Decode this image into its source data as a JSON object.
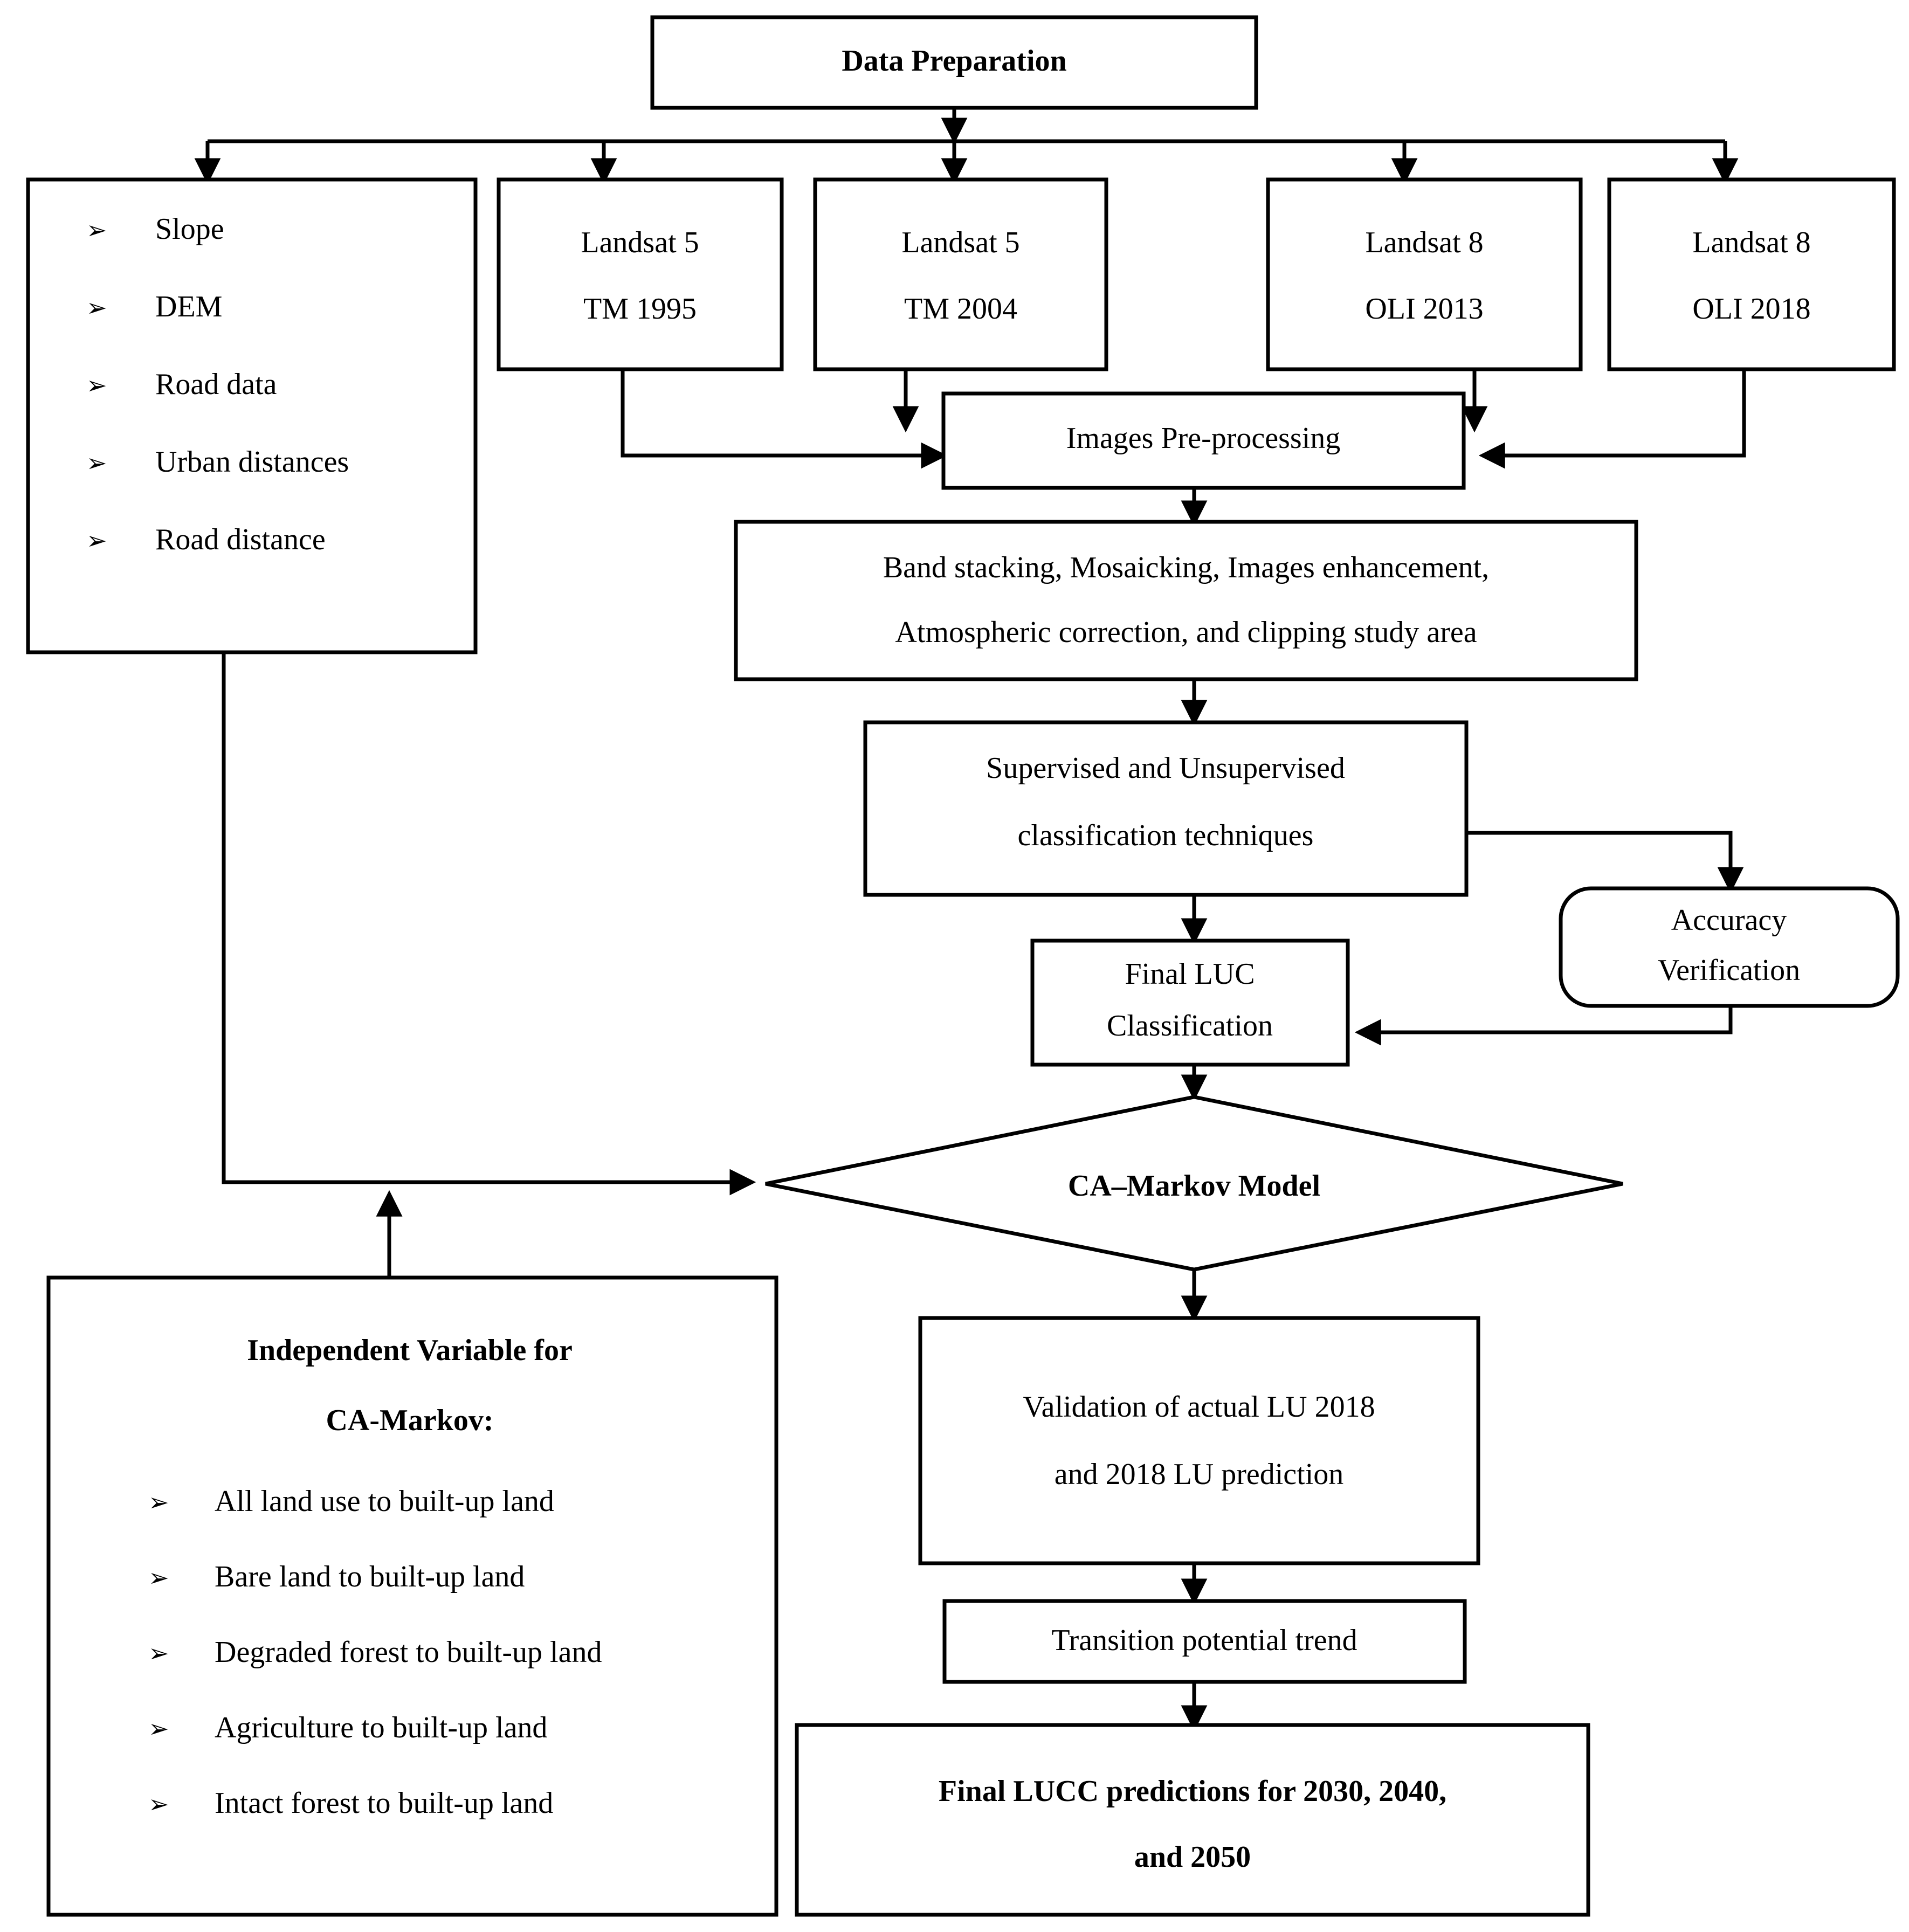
{
  "diagram": {
    "title": "LUCC CA-Markov modelling workflow flowchart",
    "colors": {
      "stroke": "#000000",
      "fill": "#ffffff",
      "text": "#000000"
    },
    "bullet_glyph": "➢"
  },
  "nodes": {
    "data_preparation": {
      "label": "Data Preparation",
      "shape": "rect"
    },
    "input_layers": {
      "shape": "rect",
      "items": [
        "Slope",
        "DEM",
        "Road data",
        "Urban distances",
        "Road distance"
      ]
    },
    "landsat5_1995": {
      "line1": "Landsat 5",
      "line2": "TM 1995",
      "shape": "rect"
    },
    "landsat5_2004": {
      "line1": "Landsat 5",
      "line2": "TM 2004",
      "shape": "rect"
    },
    "landsat8_2013": {
      "line1": "Landsat 8",
      "line2": "OLI 2013",
      "shape": "rect"
    },
    "landsat8_2018": {
      "line1": "Landsat 8",
      "line2": "OLI 2018",
      "shape": "rect"
    },
    "preprocessing": {
      "label": "Images Pre-processing",
      "shape": "rect"
    },
    "band_stacking": {
      "line1": "Band stacking, Mosaicking, Images enhancement,",
      "line2": "Atmospheric correction, and clipping study area",
      "shape": "rect"
    },
    "classification_techniques": {
      "line1": "Supervised and Unsupervised",
      "line2": "classification techniques",
      "shape": "rect"
    },
    "accuracy_verification": {
      "line1": "Accuracy",
      "line2": "Verification",
      "shape": "rounded-rect"
    },
    "final_luc": {
      "line1": "Final LUC",
      "line2": "Classification",
      "shape": "rect"
    },
    "ca_markov_model": {
      "label": "CA–Markov Model",
      "shape": "diamond"
    },
    "independent_variable": {
      "shape": "rect",
      "title_line1": "Independent Variable for",
      "title_line2": "CA-Markov:",
      "items": [
        "All land use to built-up land",
        "Bare land to built-up land",
        "Degraded forest to built-up land",
        "Agriculture to built-up land",
        "Intact forest to built-up land"
      ]
    },
    "validation": {
      "line1": "Validation of actual LU 2018",
      "line2": "and 2018 LU prediction",
      "shape": "rect"
    },
    "transition_potential": {
      "label": "Transition potential trend",
      "shape": "rect"
    },
    "final_predictions": {
      "line1": "Final LUCC predictions for 2030, 2040,",
      "line2": "and 2050",
      "shape": "rect"
    }
  }
}
